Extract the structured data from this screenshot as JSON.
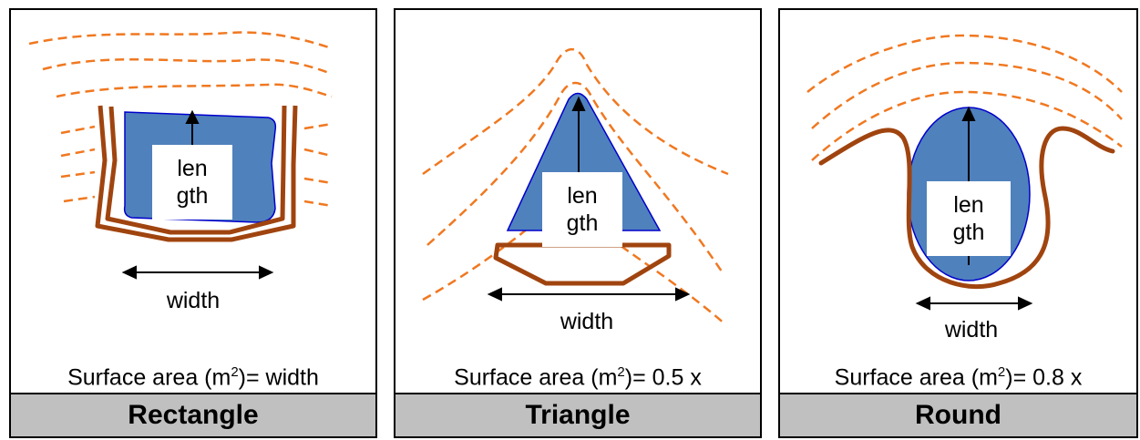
{
  "panels": [
    {
      "name": "Rectangle",
      "length_text_1": "len",
      "length_text_2": "gth",
      "width_text": "width",
      "formula_prefix": "Surface area (m",
      "formula_exp": "2",
      "formula_suffix": ")= width"
    },
    {
      "name": "Triangle",
      "length_text_1": "len",
      "length_text_2": "gth",
      "width_text": "width",
      "formula_prefix": "Surface area (m",
      "formula_exp": "2",
      "formula_suffix": ")= 0.5 x"
    },
    {
      "name": "Round",
      "length_text_1": "len",
      "length_text_2": "gth",
      "width_text": "width",
      "formula_prefix": "Surface area (m",
      "formula_exp": "2",
      "formula_suffix": ")= 0.8 x"
    }
  ],
  "colors": {
    "water": "#4f81bd",
    "contour": "#f07820",
    "dam": "#a0440f",
    "label_bg": "#c0c0c0"
  }
}
